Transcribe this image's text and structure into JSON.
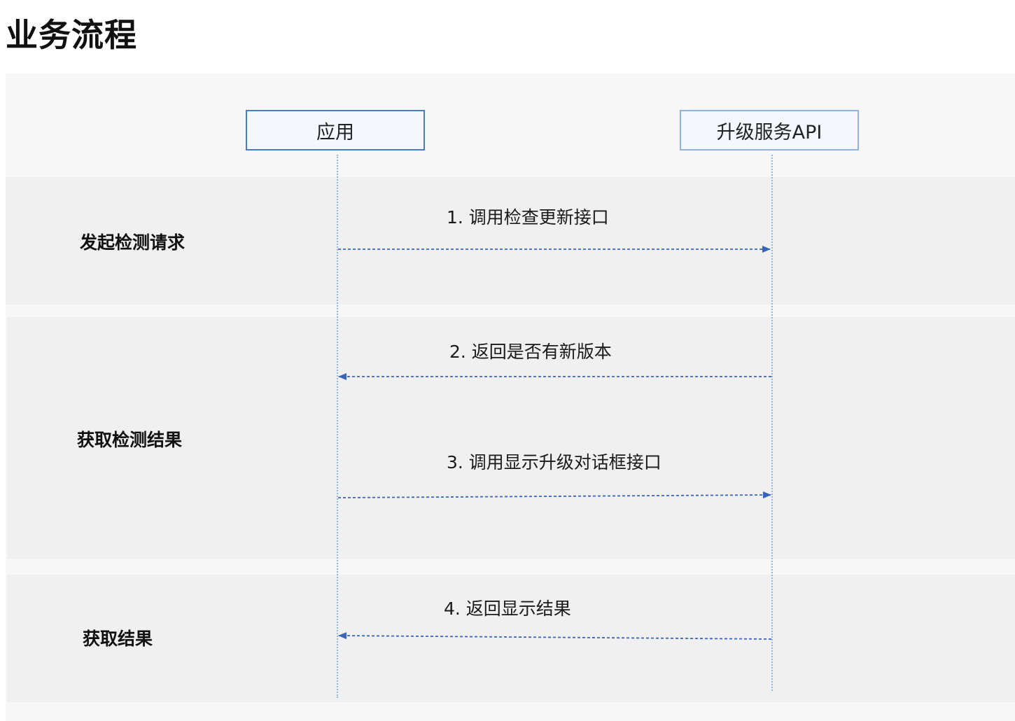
{
  "page": {
    "title": "业务流程"
  },
  "participants": {
    "app": "应用",
    "api": "升级服务API"
  },
  "phases": [
    {
      "label": "发起检测请求"
    },
    {
      "label": "获取检测结果"
    },
    {
      "label": "获取结果"
    }
  ],
  "messages": [
    {
      "label": "1. 调用检查更新接口",
      "from": "app",
      "to": "api"
    },
    {
      "label": "2. 返回是否有新版本",
      "from": "api",
      "to": "app"
    },
    {
      "label": "3. 调用显示升级对话框接口",
      "from": "app",
      "to": "api"
    },
    {
      "label": "4. 返回显示结果",
      "from": "api",
      "to": "app"
    }
  ],
  "colors": {
    "box_border": "#4a7cc6",
    "box_fill": "#f4f8fc",
    "lifeline": "#8fb8e0",
    "arrow": "#3a64b8",
    "band": "#f0f0f0",
    "background": "#f7f7f7"
  }
}
